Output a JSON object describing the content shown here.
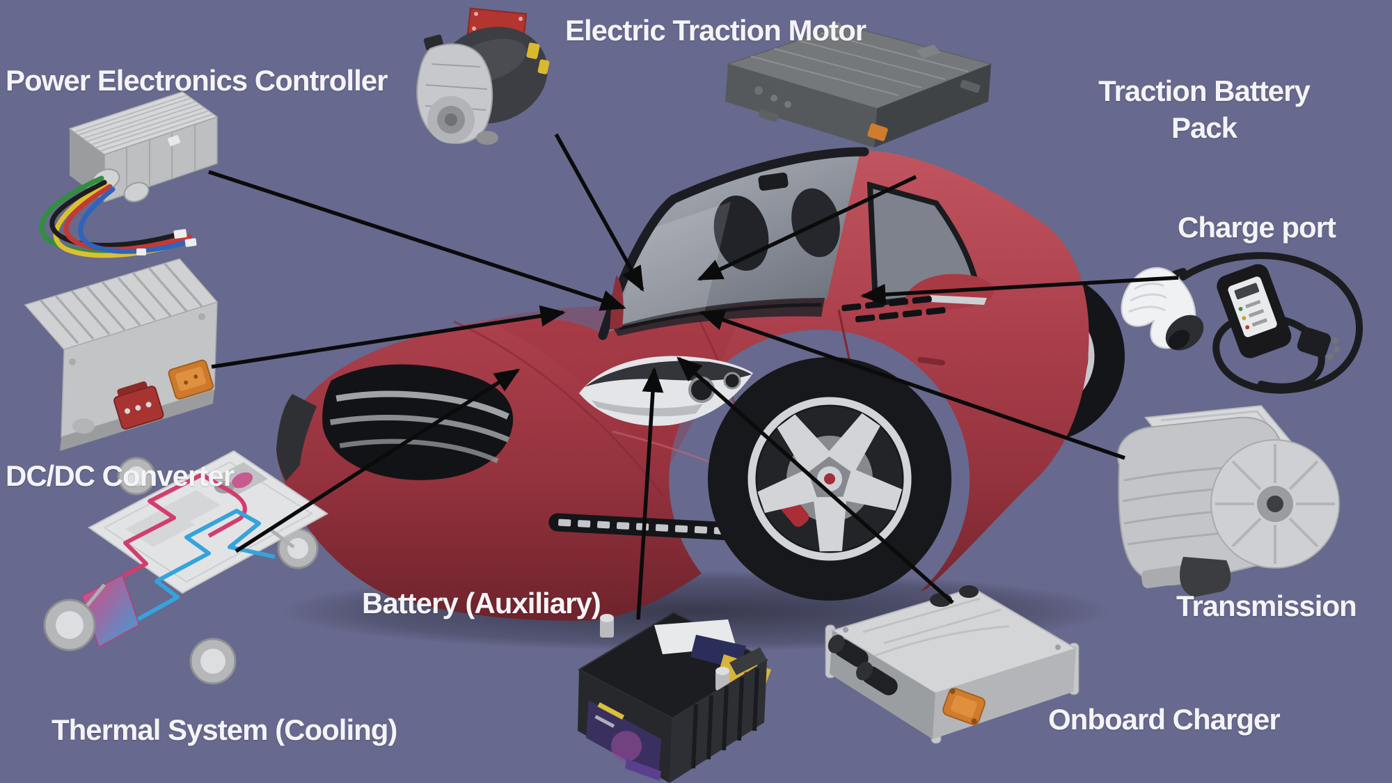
{
  "page": {
    "background_color": "#67698e",
    "label_text_color": "#f4f4f6",
    "arrow_color": "#0b0b0c"
  },
  "labels": {
    "power_electronics_controller": "Power Electronics Controller",
    "electric_traction_motor": "Electric Traction Motor",
    "traction_battery_pack_line1": "Traction Battery",
    "traction_battery_pack_line2": "Pack",
    "charge_port": "Charge port",
    "transmission": "Transmission",
    "onboard_charger": "Onboard Charger",
    "battery_auxiliary": "Battery (Auxiliary)",
    "thermal_system_cooling": "Thermal System (Cooling)",
    "dcdc_converter": "DC/DC Converter"
  }
}
